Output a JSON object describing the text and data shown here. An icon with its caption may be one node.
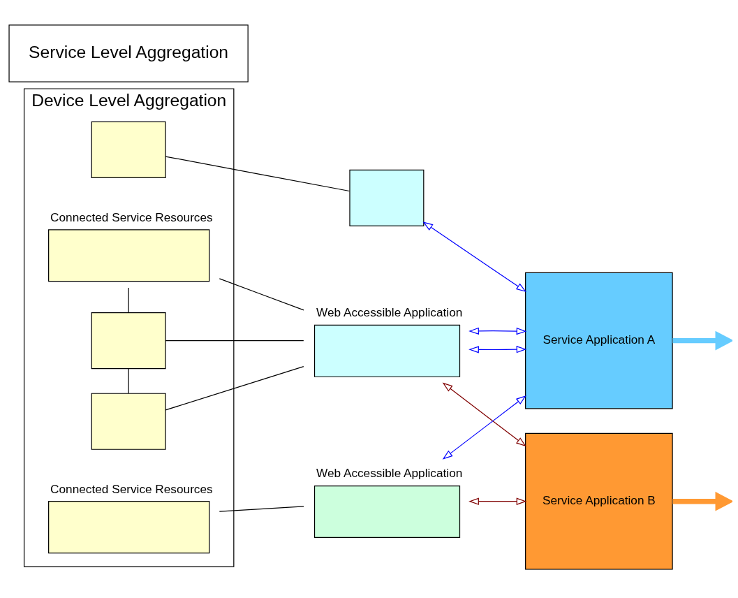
{
  "diagram": {
    "nodes": [
      {
        "text": [
          "Device Level Aggregation"
        ]
      },
      {
        "text": [
          "Service Level Aggregation"
        ]
      },
      {
        "text": [],
        "shape": "box",
        "in": 0
      },
      {
        "text": [],
        "shape": "box",
        "in": 0,
        "beside": [
          "Connected Service Resources"
        ]
      },
      {
        "text": [],
        "shape": "box",
        "in": 0
      },
      {
        "text": [],
        "shape": "box",
        "in": 0
      },
      {
        "text": [],
        "shape": "box",
        "in": 0,
        "beside": [
          "Connected Service Resources"
        ]
      },
      {
        "text": [],
        "shape": "box"
      },
      {
        "text": [],
        "shape": "box",
        "beside": [
          "Web Accessible Application"
        ]
      },
      {
        "text": [],
        "shape": "box",
        "beside": [
          "Web Accessible Application"
        ]
      },
      {
        "text": [
          "Service Application A"
        ]
      },
      {
        "text": [
          "Service Application B"
        ]
      }
    ],
    "edges": [
      {
        "from": 2,
        "to": 7,
        "arrow": "none"
      },
      {
        "from": 3,
        "to": 4,
        "arrow": "none"
      },
      {
        "from": 4,
        "to": 5,
        "arrow": "none"
      },
      {
        "from": 3,
        "to": 8,
        "arrow": "none"
      },
      {
        "from": 4,
        "to": 8,
        "arrow": "none"
      },
      {
        "from": 5,
        "to": 8,
        "arrow": "none"
      },
      {
        "from": 6,
        "to": 9,
        "arrow": "none"
      },
      {
        "from": 7,
        "to": 10,
        "arrow": "both",
        "color": "#0000ff"
      },
      {
        "from": 8,
        "to": 10,
        "arrow": "both",
        "color": "#0000ff"
      },
      {
        "from": 8,
        "to": 11,
        "arrow": "both",
        "color": "#800000"
      },
      {
        "from": 8,
        "to": 10,
        "arrow": "both",
        "color": "#0000ff"
      },
      {
        "from": 9,
        "to": 10,
        "arrow": "both",
        "color": "#0000ff"
      },
      {
        "from": 9,
        "to": 11,
        "arrow": "both",
        "color": "#800000"
      },
      {
        "from": 10,
        "to": null,
        "arrow": "to",
        "style": "thick",
        "color": "#66ccff"
      },
      {
        "from": 11,
        "to": null,
        "arrow": "to",
        "style": "thick",
        "color": "#ff9933"
      }
    ]
  }
}
